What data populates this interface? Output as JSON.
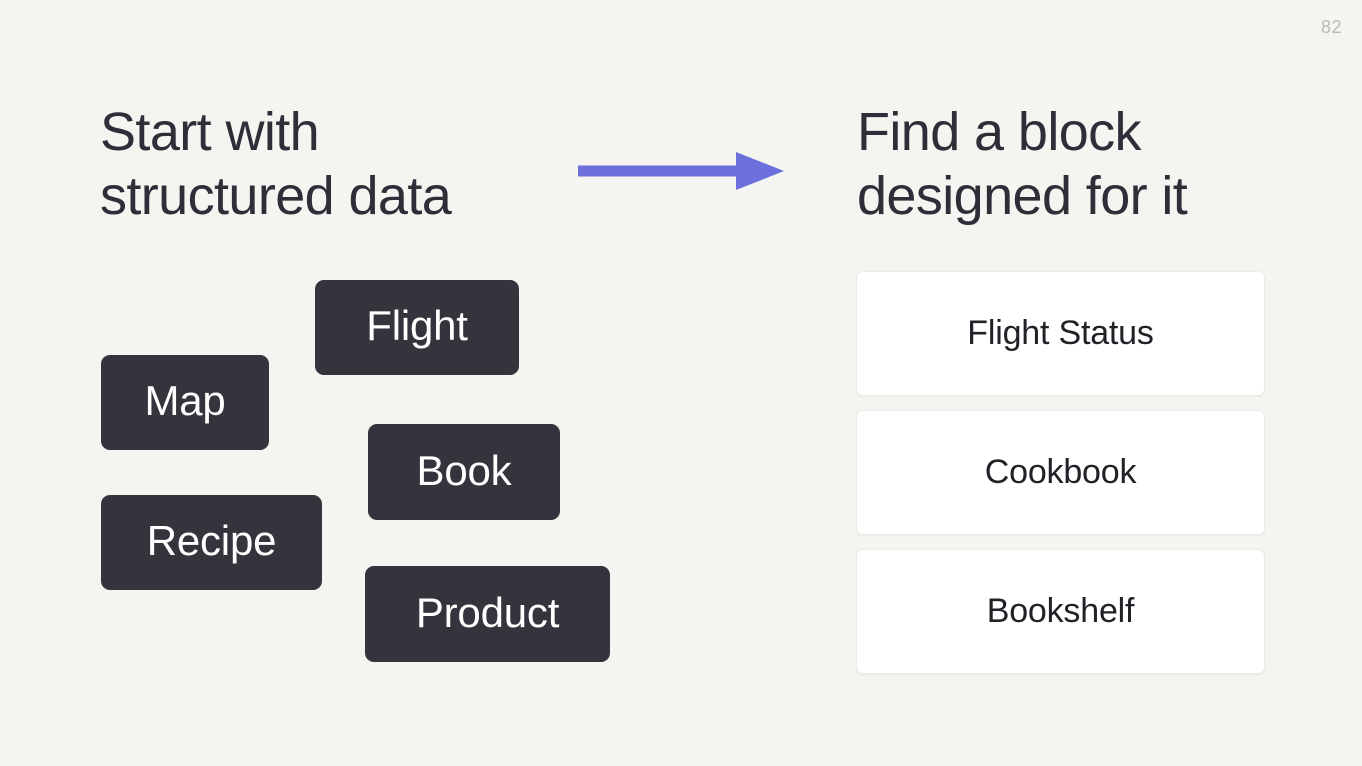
{
  "slide": {
    "page_number": "82",
    "background_color": "#f4f5f0"
  },
  "left": {
    "heading": "Start with\nstructured data",
    "tags": [
      {
        "label": "Flight",
        "name": "tag-flight"
      },
      {
        "label": "Map",
        "name": "tag-map"
      },
      {
        "label": "Book",
        "name": "tag-book"
      },
      {
        "label": "Recipe",
        "name": "tag-recipe"
      },
      {
        "label": "Product",
        "name": "tag-product"
      }
    ],
    "tag_background_color": "#35333c",
    "tag_text_color": "#ffffff"
  },
  "arrow": {
    "name": "right-arrow-icon",
    "color": "#6c70dc",
    "direction": "right"
  },
  "right": {
    "heading": "Find a block\ndesigned for it",
    "cards": [
      {
        "label": "Flight Status"
      },
      {
        "label": "Cookbook"
      },
      {
        "label": "Bookshelf"
      }
    ],
    "card_background_color": "#ffffff",
    "card_text_color": "#232128"
  },
  "colors": {
    "accent": "#6c70dc",
    "dark": "#35333c",
    "heading": "#2f2d37",
    "page_number": "#b9bab5"
  }
}
